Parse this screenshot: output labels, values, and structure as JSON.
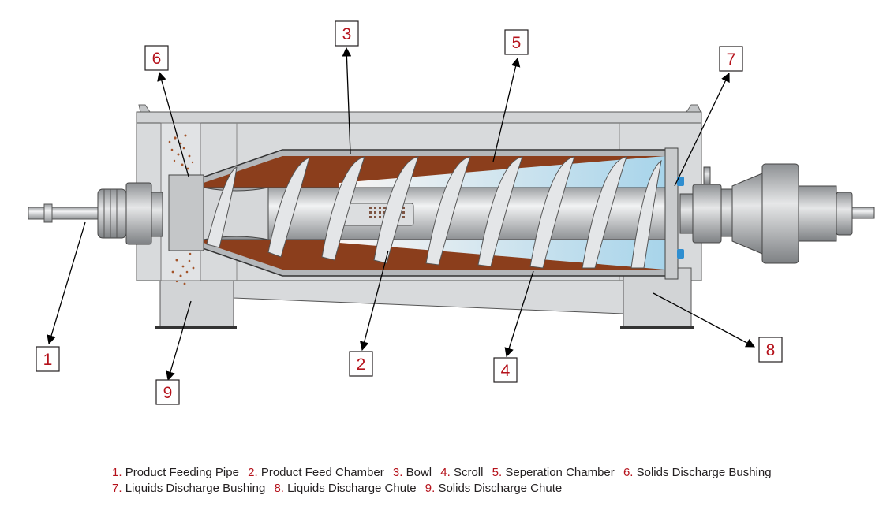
{
  "colors": {
    "accent_red": "#b5121b",
    "frame_gray": "#d4d6d8",
    "steel": "#c9cbcd",
    "solids_brown": "#8b3e1c",
    "liquid_blue": "#cfeaf8",
    "outline": "#231f20"
  },
  "callouts": [
    {
      "number": "1"
    },
    {
      "number": "2"
    },
    {
      "number": "3"
    },
    {
      "number": "4"
    },
    {
      "number": "5"
    },
    {
      "number": "6"
    },
    {
      "number": "7"
    },
    {
      "number": "8"
    },
    {
      "number": "9"
    }
  ],
  "legend": {
    "lines": [
      [
        {
          "num": "1.",
          "text": "Product Feeding Pipe"
        },
        {
          "num": "2.",
          "text": "Product Feed Chamber"
        },
        {
          "num": "3.",
          "text": "Bowl"
        },
        {
          "num": "4.",
          "text": "Scroll"
        },
        {
          "num": "5.",
          "text": "Seperation Chamber"
        },
        {
          "num": "6.",
          "text": "Solids Discharge Bushing"
        }
      ],
      [
        {
          "num": "7.",
          "text": "Liquids Discharge Bushing"
        },
        {
          "num": "8.",
          "text": "Liquids Discharge Chute"
        },
        {
          "num": "9.",
          "text": "Solids Discharge Chute"
        }
      ]
    ]
  }
}
